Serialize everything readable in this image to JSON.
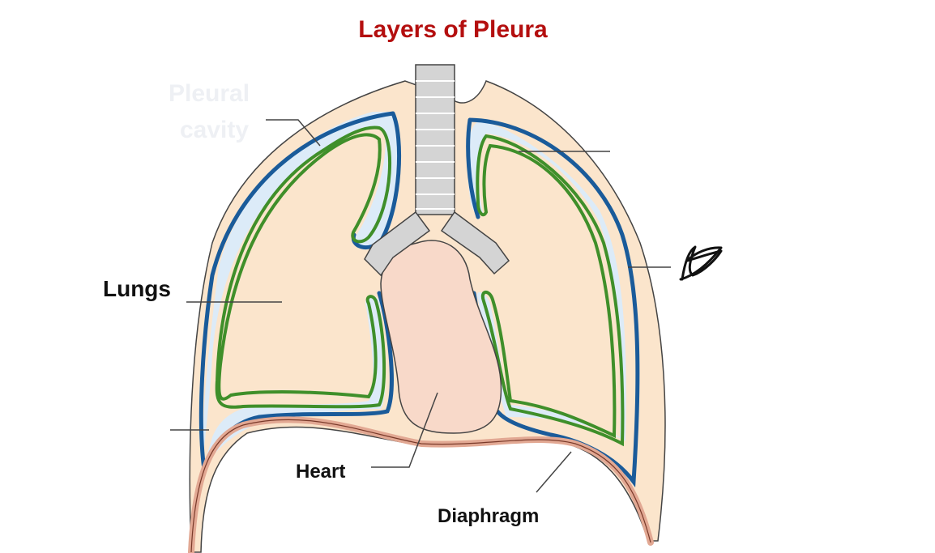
{
  "title": "Layers of Pleura",
  "faint_text": {
    "line1": "Pleural",
    "line2": "cavity"
  },
  "labels": {
    "lungs": "Lungs",
    "heart": "Heart",
    "diaphragm": "Diaphragm"
  },
  "colors": {
    "title": "#b40f0f",
    "chest_wall": "#fbe5cc",
    "lung_fill": "#dcebf8",
    "parietal_pleura": "#1a5b9a",
    "visceral_pleura": "#3f8f2a",
    "heart": "#f8d9c9",
    "diaphragm": "#e2a893",
    "trachea": "#d4d4d4",
    "leader": "#444444"
  }
}
